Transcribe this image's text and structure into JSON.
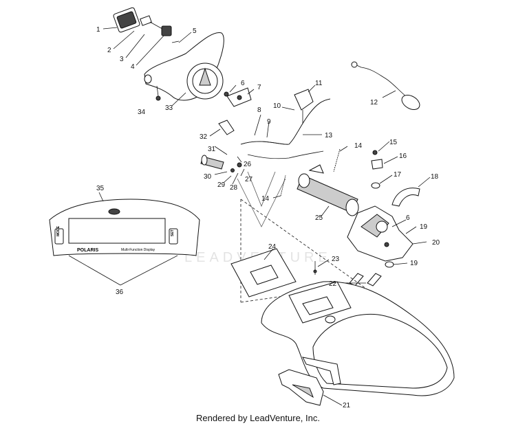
{
  "watermark": "LEADVENTURE",
  "footer": "Rendered by LeadVenture, Inc.",
  "display_panel": {
    "brand": "POLARIS",
    "subtitle": "Multi-Function Display",
    "left_button": "MODE",
    "right_button": "SET"
  },
  "callouts": [
    "1",
    "2",
    "3",
    "4",
    "5",
    "6",
    "7",
    "8",
    "9",
    "10",
    "11",
    "12",
    "13",
    "14",
    "14",
    "15",
    "16",
    "17",
    "18",
    "6",
    "19",
    "20",
    "19",
    "21",
    "22",
    "23",
    "24",
    "25",
    "26",
    "27",
    "28",
    "29",
    "30",
    "31",
    "32",
    "33",
    "34",
    "35",
    "36"
  ]
}
